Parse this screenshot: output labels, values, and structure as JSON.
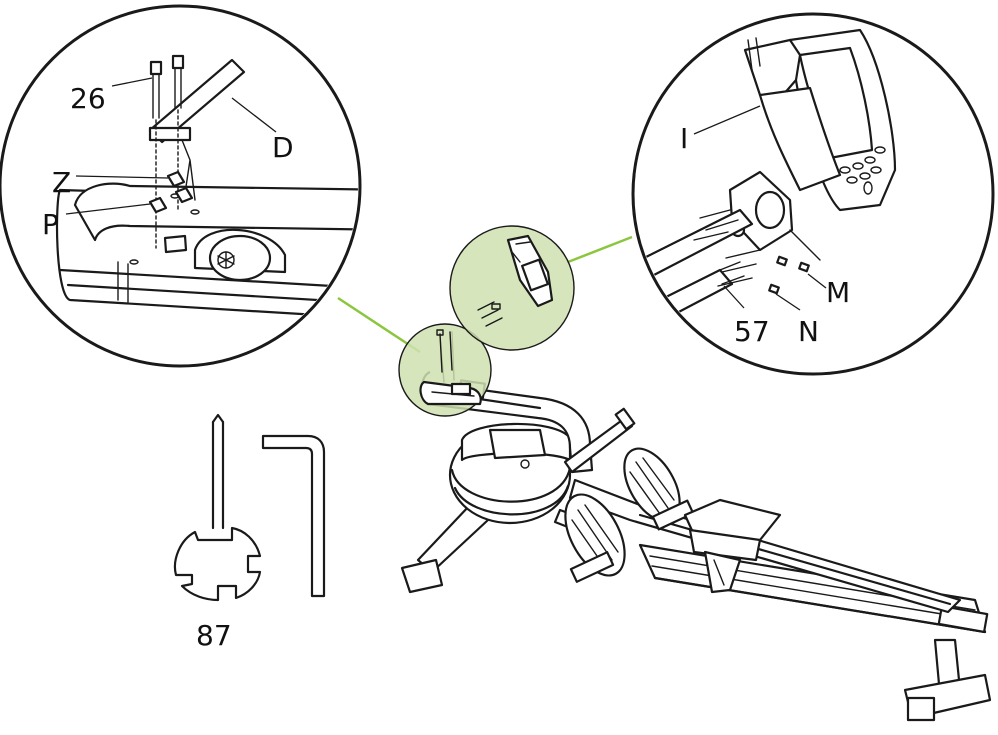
{
  "colors": {
    "highlight": "#cfe0b0",
    "connector": "#8cc63f",
    "line": "#1a1a1a"
  },
  "icons": {
    "hex_key": "hex-key-icon",
    "spanner": "spanner-wrench-icon"
  },
  "callouts": {
    "left_zoom": {
      "labels": {
        "screw": "26",
        "rail": "D",
        "washer_z": "Z",
        "washer_p": "P"
      }
    },
    "right_zoom": {
      "labels": {
        "monitor_arm": "I",
        "nut_m": "M",
        "nut_n": "N",
        "bolt": "57"
      }
    }
  },
  "tools": {
    "wrench_label": "87"
  }
}
